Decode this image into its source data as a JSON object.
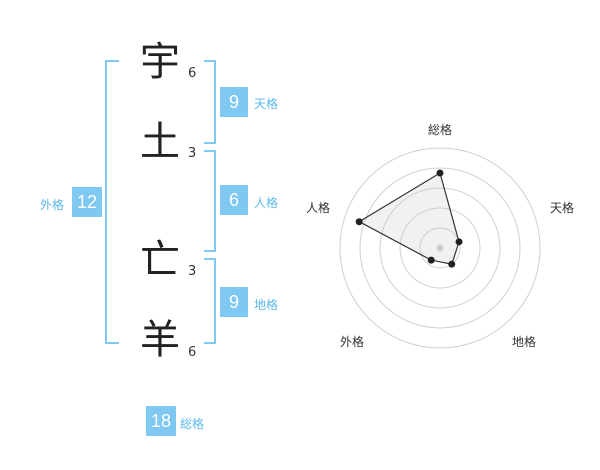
{
  "name": {
    "chars": [
      {
        "char": "宇",
        "strokes": "6"
      },
      {
        "char": "土",
        "strokes": "3"
      },
      {
        "char": "亡",
        "strokes": "3"
      },
      {
        "char": "羊",
        "strokes": "6"
      }
    ]
  },
  "kakusu": {
    "tenkaku": {
      "value": "9",
      "label": "天格"
    },
    "jinkaku": {
      "value": "6",
      "label": "人格"
    },
    "chikaku": {
      "value": "9",
      "label": "地格"
    },
    "gaikaku": {
      "value": "12",
      "label": "外格"
    },
    "soukaku": {
      "value": "18",
      "label": "総格"
    }
  },
  "colors": {
    "accent": "#7ec8f2",
    "label": "#5cb8ea"
  },
  "chart_data": {
    "type": "radar",
    "axes": [
      "総格",
      "天格",
      "地格",
      "外格",
      "人格"
    ],
    "values": [
      0.75,
      0.2,
      0.2,
      0.15,
      0.85
    ],
    "rings": 5,
    "range": [
      0,
      1
    ]
  }
}
